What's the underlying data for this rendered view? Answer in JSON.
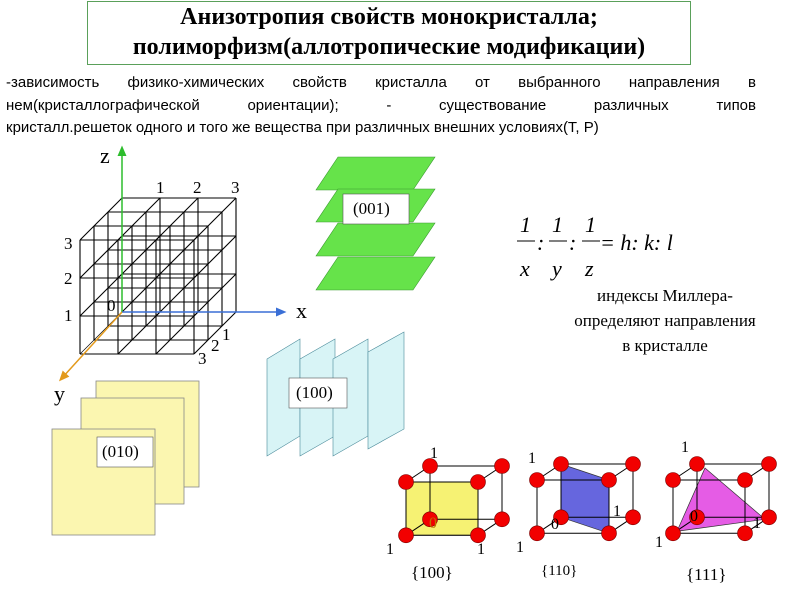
{
  "title": {
    "line1": "Анизотропия свойств монокристалла;",
    "line2": "полиморфизм(аллотропические модификации)"
  },
  "description": {
    "line1": "-зависимость физико-химических свойств кристалла от выбранного направления в",
    "line2": "нем(кристаллографической ориентации); - существование различных типов",
    "line3": "кристалл.решеток одного и того же вещества при различных внешних условиях(T, P)"
  },
  "axes": {
    "z": "z",
    "x": "x",
    "y": "y",
    "origin": "0",
    "top_ticks": [
      "1",
      "2",
      "3"
    ],
    "left_ticks": [
      "3",
      "2",
      "1"
    ],
    "bottom_ticks": [
      "1",
      "2",
      "3"
    ]
  },
  "planes": {
    "p001": "(001)",
    "p100": "(100)",
    "p010": "(010)"
  },
  "formula": {
    "one": "1",
    "x": "x",
    "y": "y",
    "z": "z",
    "rhs": "= h: k: l",
    "sep": ":"
  },
  "miller": {
    "line1": "индексы Миллера-",
    "line2": "определяют направления",
    "line3": "в кристалле"
  },
  "cubes": [
    {
      "caption": "{100}",
      "one": "1",
      "zero": "0",
      "color": "#f5f05a"
    },
    {
      "caption": "{110}",
      "one": "1",
      "zero": "0",
      "color": "#4b4bd8"
    },
    {
      "caption": "{111}",
      "one": "1",
      "zero": "0",
      "color": "#e040e0"
    }
  ],
  "colors": {
    "plane001": "#66e34a",
    "plane100": "#d8f4f6",
    "plane010": "#fbf6b0",
    "atom": "#f20000",
    "zaxis": "#2dbd2d",
    "xaxis": "#3a6fd6",
    "yaxis": "#e39a1c"
  }
}
